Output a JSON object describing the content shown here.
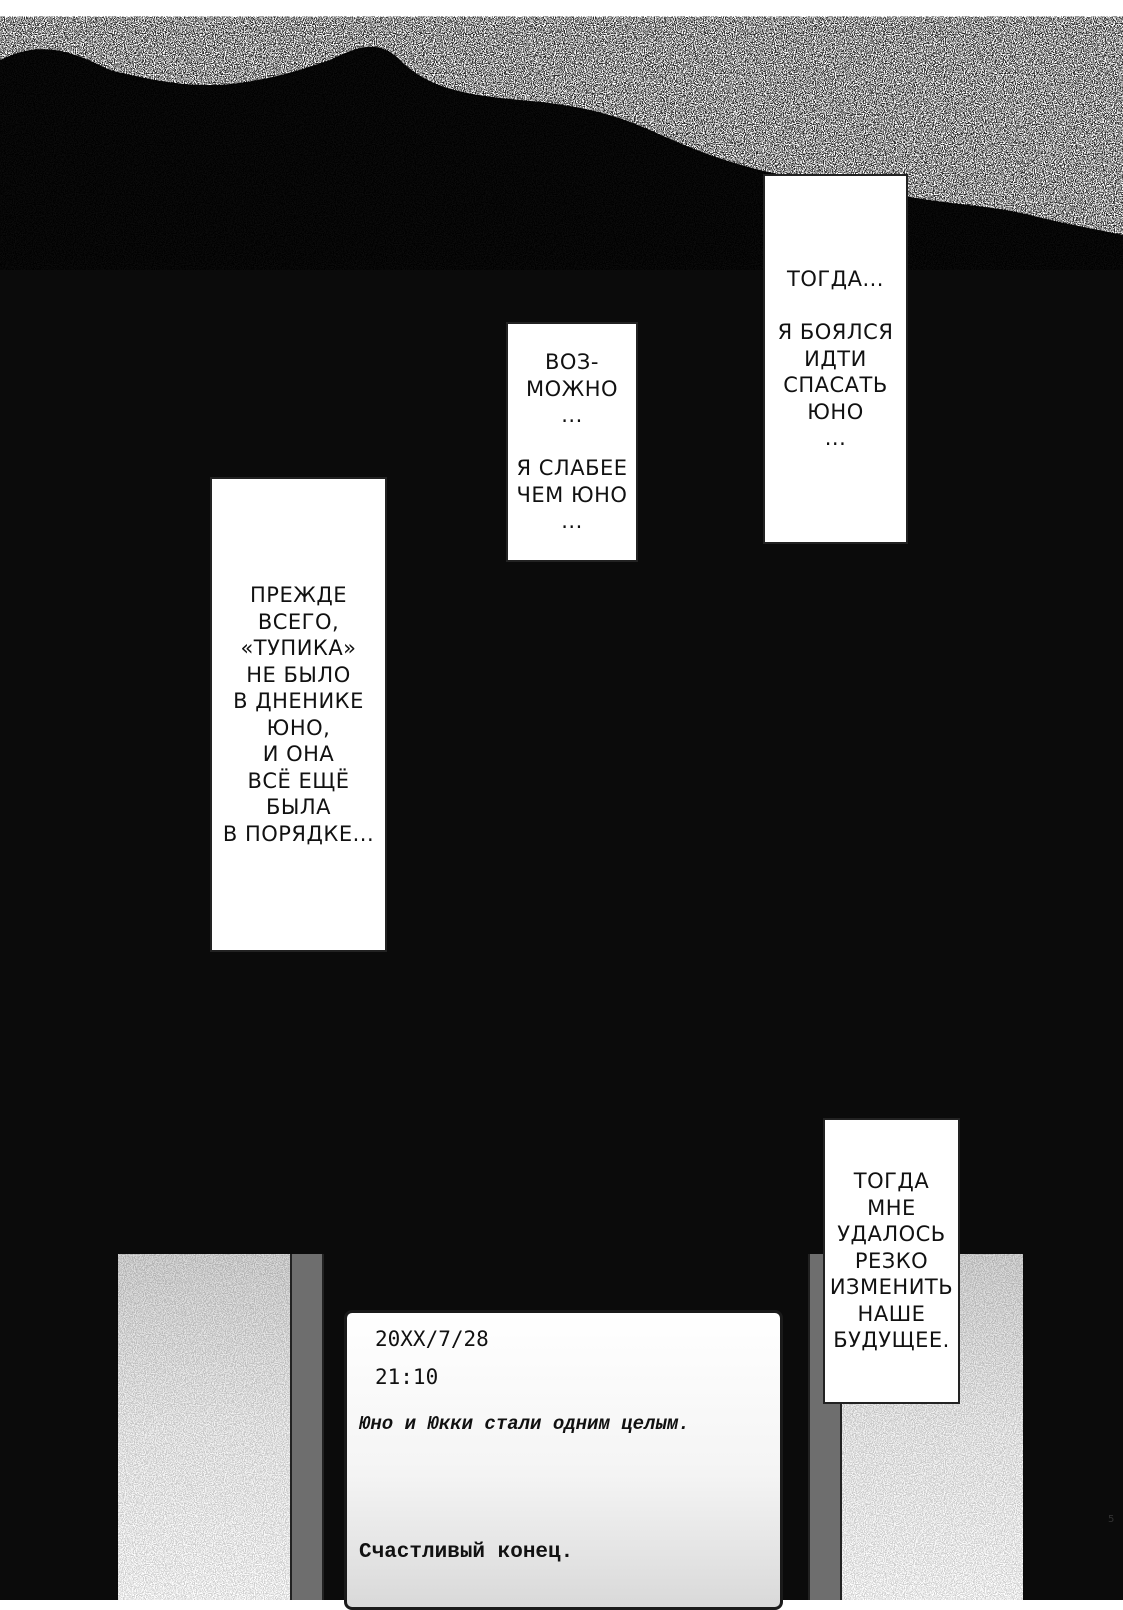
{
  "captions": [
    {
      "id": "then-afraid",
      "text": "ТОГДА...\n\nЯ БОЯЛСЯ\nИДТИ\nСПАСАТЬ\nЮНО\n..."
    },
    {
      "id": "maybe-weaker",
      "text": "ВОЗ-\nМОЖНО\n...\n\nЯ СЛАБЕЕ\nЧЕМ ЮНО\n..."
    },
    {
      "id": "first-of-all",
      "text": "ПРЕЖДЕ\nВСЕГО,\n«ТУПИКА»\nНЕ БЫЛО\nВ ДНЕНИКЕ\nЮНО,\nИ ОНА\nВСЁ ЕЩЁ\nБЫЛА\nВ ПОРЯДКЕ..."
    },
    {
      "id": "changed-future",
      "text": "ТОГДА\nМНЕ\nУДАЛОСЬ\nРЕЗКО\nИЗМЕНИТЬ\nНАШЕ\nБУДУЩЕЕ."
    }
  ],
  "diary": {
    "date": "20XX/7/28",
    "time": "21:10",
    "entry": "Юно и Юкки стали одним целым.",
    "ending": "Счастливый конец."
  },
  "page_number": "5",
  "colors": {
    "background": "#0b0b0b",
    "caption_bg": "#ffffff",
    "door": "#e8e8e8"
  }
}
